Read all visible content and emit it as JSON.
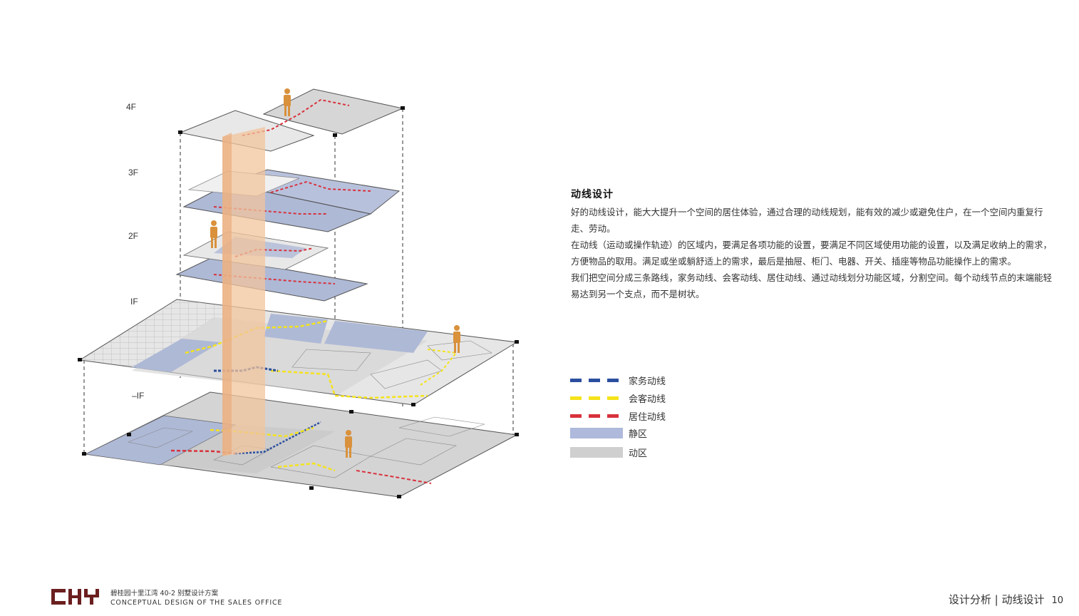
{
  "floors": [
    "4F",
    "3F",
    "2F",
    "IF",
    "–IF"
  ],
  "section": {
    "title": "动线设计",
    "paragraphs": [
      "好的动线设计，能大大提升一个空间的居住体验，通过合理的动线规划，能有效的减少或避免住户，在一个空间内重复行走、劳动。",
      "在动线（运动或操作轨迹）的区域内，要满足各项功能的设置，要满足不同区域使用功能的设置，以及满足收纳上的需求，方便物品的取用。满足或坐或躺舒适上的需求，最后是抽屉、柜门、电器、开关、插座等物品功能操作上的需求。",
      "我们把空间分成三条路线，家务动线、会客动线、居住动线、通过动线划分功能区域，分割空间。每个动线节点的末端能轻易达到另一个支点，而不是树状。"
    ]
  },
  "legend": [
    {
      "label": "家务动线",
      "kind": "dash",
      "color": "#2b4f9e"
    },
    {
      "label": "会客动线",
      "kind": "dash",
      "color": "#f5e31a"
    },
    {
      "label": "居住动线",
      "kind": "dash",
      "color": "#d8323c"
    },
    {
      "label": "静区",
      "kind": "box",
      "color": "#aeb9dc"
    },
    {
      "label": "动区",
      "kind": "box",
      "color": "#cfcfcf"
    }
  ],
  "footer": {
    "logo": "CHY",
    "project": "碧桂园十里江湾 40-2 别墅设计方案",
    "subtitle": "CONCEPTUAL DESIGN OF THE SALES OFFICE",
    "section": "设计分析 | 动线设计",
    "page": "10"
  }
}
